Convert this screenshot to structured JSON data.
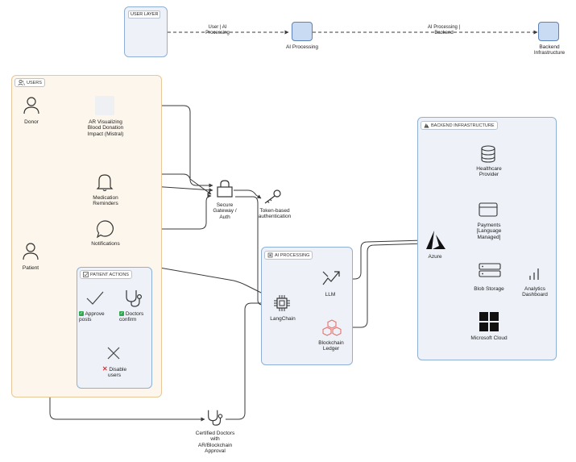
{
  "legend": {
    "user_layer": "USER LAYER",
    "edge1": "User | AI Processing",
    "ai_processing": "AI Processing",
    "edge2": "AI Processing | Backend",
    "backend_infra": "Backend Infrastructure"
  },
  "users": {
    "title": "USERS",
    "donor": "Donor",
    "ar_visual": "AR Visualizing Blood Donation Impact (Mistral)",
    "reminders": "Medication Reminders",
    "notifications": "Notifications",
    "patient": "Patient",
    "gateway": "Secure Gateway / Auth",
    "token": "Token-based authentication"
  },
  "patient_actions": {
    "title": "PATIENT ACTIONS",
    "approve": "Approve posts",
    "doctors_confirm": "Doctors confirm",
    "disable": "Disable users"
  },
  "ai": {
    "title": "AI PROCESSING",
    "langchain": "LangChain",
    "llm": "LLM",
    "blockchain": "Blockchain Ledger"
  },
  "backend": {
    "title": "BACKEND INFRASTRUCTURE",
    "azure": "Azure",
    "healthcare": "Healthcare Provider",
    "payments": "Payments [Language Managed]",
    "blob": "Blob Storage",
    "analytics": "Analytics Dashboard",
    "microsoft_cloud": "Microsoft Cloud"
  },
  "certified": "Certified Doctors with AR/Blockchain Approval",
  "colors": {
    "users_fill": "#fdf6ec",
    "users_border": "#e8c79a",
    "blue_fill": "#eef2f8",
    "blue_border": "#8fb0d6",
    "legend_node": "#c9daf3",
    "line": "#3a3a3a",
    "green_check": "#2fa84f",
    "red_x": "#e03333",
    "blockchain": "#e5736f"
  }
}
